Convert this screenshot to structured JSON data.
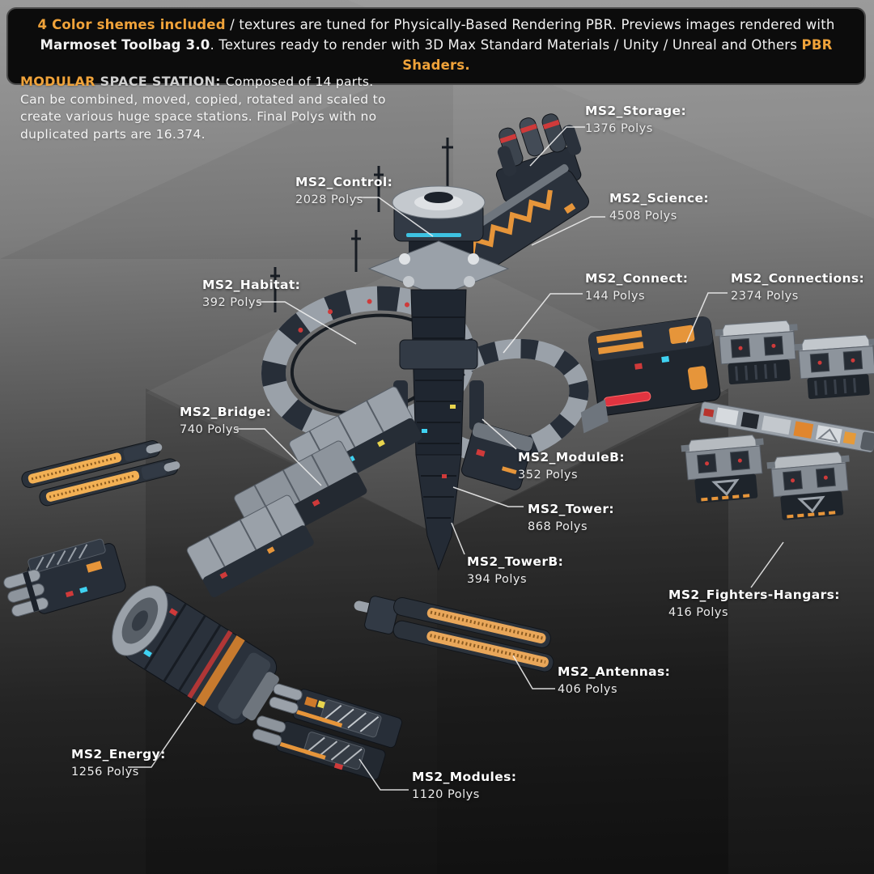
{
  "banner": {
    "segments": [
      {
        "text": "4  Color shemes included",
        "style": "orange"
      },
      {
        "text": " / textures are tuned for Physically-Based Rendering PBR. Previews images rendered with ",
        "style": "normal"
      },
      {
        "text": "Marmoset Toolbag 3.0",
        "style": "bold"
      },
      {
        "text": ". Textures ready to render with 3D Max Standard Materials / Unity / Unreal and Others ",
        "style": "normal"
      },
      {
        "text": "PBR Shaders.",
        "style": "orange"
      }
    ]
  },
  "intro": {
    "segments": [
      {
        "text": "MODULAR",
        "style": "orange"
      },
      {
        "text": " SPACE STATION: ",
        "style": "silver"
      },
      {
        "text": "Composed of 14 parts. Can be combined, moved, copied, rotated and scaled to create various huge space stations. Final Polys with no duplicated parts are 16.374.",
        "style": "normal"
      }
    ]
  },
  "parts": [
    {
      "id": "storage",
      "name": "MS2_Storage:",
      "polys": "1376 Polys"
    },
    {
      "id": "control",
      "name": "MS2_Control:",
      "polys": "2028 Polys"
    },
    {
      "id": "science",
      "name": "MS2_Science:",
      "polys": "4508 Polys"
    },
    {
      "id": "habitat",
      "name": "MS2_Habitat:",
      "polys": "392 Polys"
    },
    {
      "id": "connect",
      "name": "MS2_Connect:",
      "polys": "144 Polys"
    },
    {
      "id": "connections",
      "name": "MS2_Connections:",
      "polys": "2374 Polys"
    },
    {
      "id": "bridge",
      "name": "MS2_Bridge:",
      "polys": "740 Polys"
    },
    {
      "id": "moduleb",
      "name": "MS2_ModuleB:",
      "polys": "352 Polys"
    },
    {
      "id": "tower",
      "name": "MS2_Tower:",
      "polys": "868 Polys"
    },
    {
      "id": "towerb",
      "name": "MS2_TowerB:",
      "polys": "394 Polys"
    },
    {
      "id": "fighters",
      "name": "MS2_Fighters-Hangars:",
      "polys": "416 Polys"
    },
    {
      "id": "antennas",
      "name": "MS2_Antennas:",
      "polys": "406 Polys"
    },
    {
      "id": "energy",
      "name": "MS2_Energy:",
      "polys": "1256 Polys"
    },
    {
      "id": "modules",
      "name": "MS2_Modules:",
      "polys": "1120 Polys"
    }
  ],
  "totals": {
    "part_count": "14",
    "final_polys": "16.374"
  },
  "colors": {
    "accent_orange": "#F0A33A",
    "banner_bg": "#0C0C0C",
    "label_text": "#FFFFFF",
    "render_orange": "#E6953A",
    "render_red": "#CF3A3A",
    "render_cyan": "#3FD2F2"
  }
}
